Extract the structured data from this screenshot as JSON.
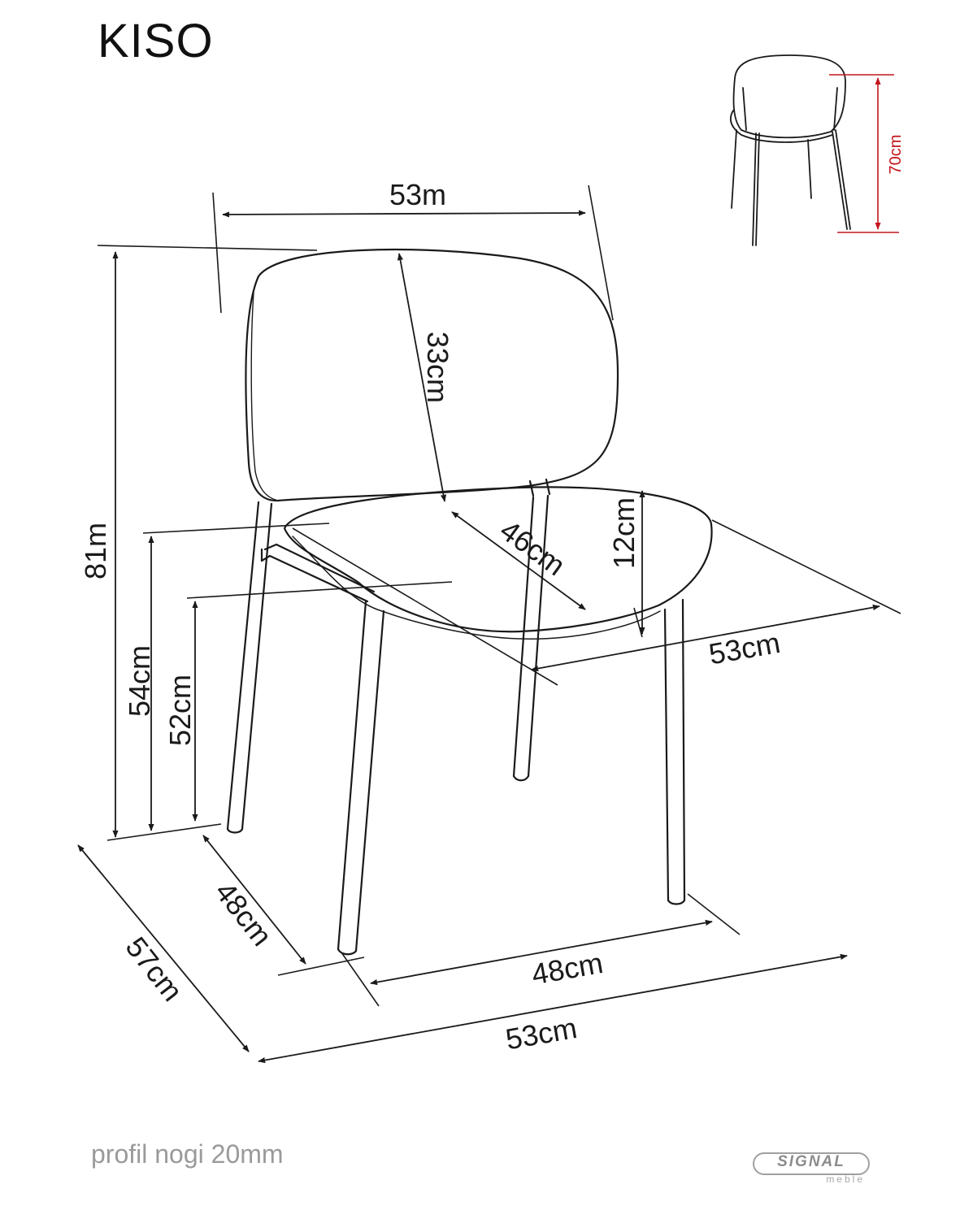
{
  "product": {
    "name": "KISO"
  },
  "dimensions": {
    "back_width": "53m",
    "back_height": "33cm",
    "total_height": "81m",
    "seat_depth": "46cm",
    "seat_thickness": "12cm",
    "seat_width": "53cm",
    "height_54": "54cm",
    "height_52": "52cm",
    "side_48": "48cm",
    "side_57": "57cm",
    "front_48": "48cm",
    "front_53": "53cm",
    "thumb_height": "70cm"
  },
  "footer": {
    "leg_profile": "profil nogi 20mm",
    "brand": "SIGNAL",
    "brand_sub": "meble"
  },
  "colors": {
    "line": "#1a1a1a",
    "thumb_dimension": "#c4161c",
    "note": "#9a9a9a"
  }
}
